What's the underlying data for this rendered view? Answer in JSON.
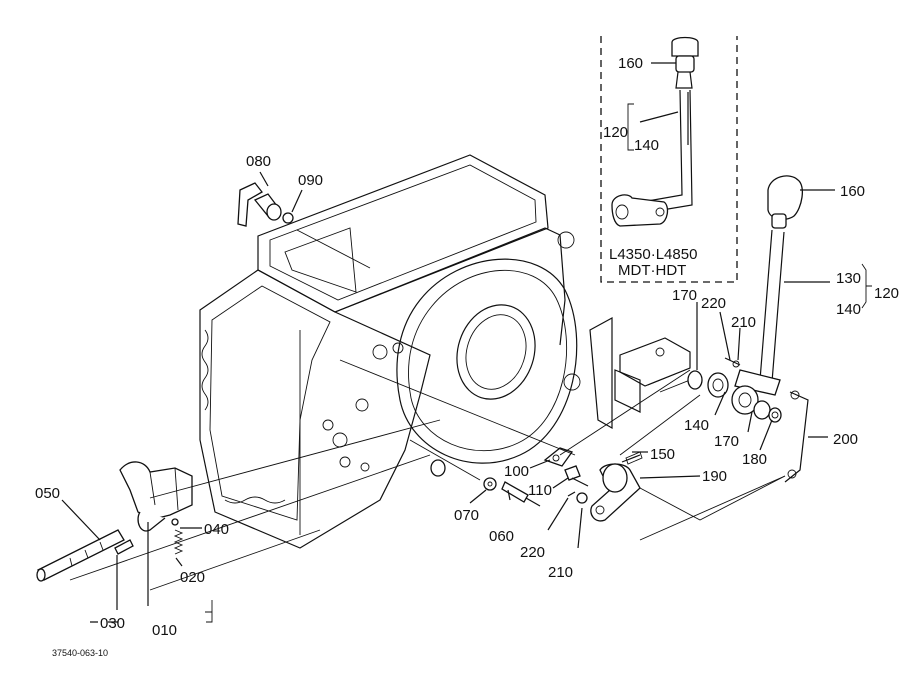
{
  "diagram": {
    "inset_title_line1": "L4350·L4850",
    "inset_title_line2": "MDT·HDT",
    "inset_labels": {
      "knob": "160",
      "group": "120",
      "sub": "140"
    },
    "labels": {
      "p080": "080",
      "p090": "090",
      "p160": "160",
      "p130": "130",
      "p140": "140",
      "p120": "120",
      "p170a": "170",
      "p220a": "220",
      "p210a": "210",
      "p140b": "140",
      "p170b": "170",
      "p180": "180",
      "p200": "200",
      "p150": "150",
      "p190": "190",
      "p100": "100",
      "p110": "110",
      "p220b": "220",
      "p210b": "210",
      "p070": "070",
      "p060": "060",
      "p050": "050",
      "p040": "040",
      "p020": "020",
      "p030": "030",
      "p010": "010"
    },
    "figure_code": "37540-063-10"
  }
}
